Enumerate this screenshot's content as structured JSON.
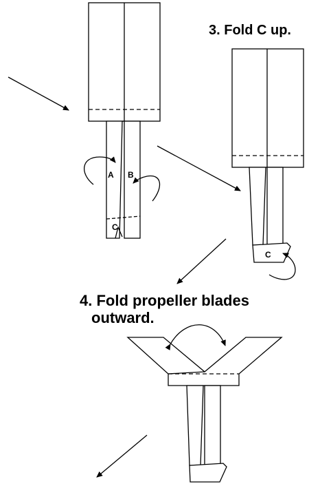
{
  "steps": {
    "step3": {
      "title": "3. Fold C up."
    },
    "step4": {
      "title_line1": "4. Fold propeller blades",
      "title_line2": "outward."
    }
  },
  "labels": {
    "flap_a": "A",
    "flap_b": "B",
    "flap_c_step2": "C",
    "flap_c_step3": "C"
  }
}
